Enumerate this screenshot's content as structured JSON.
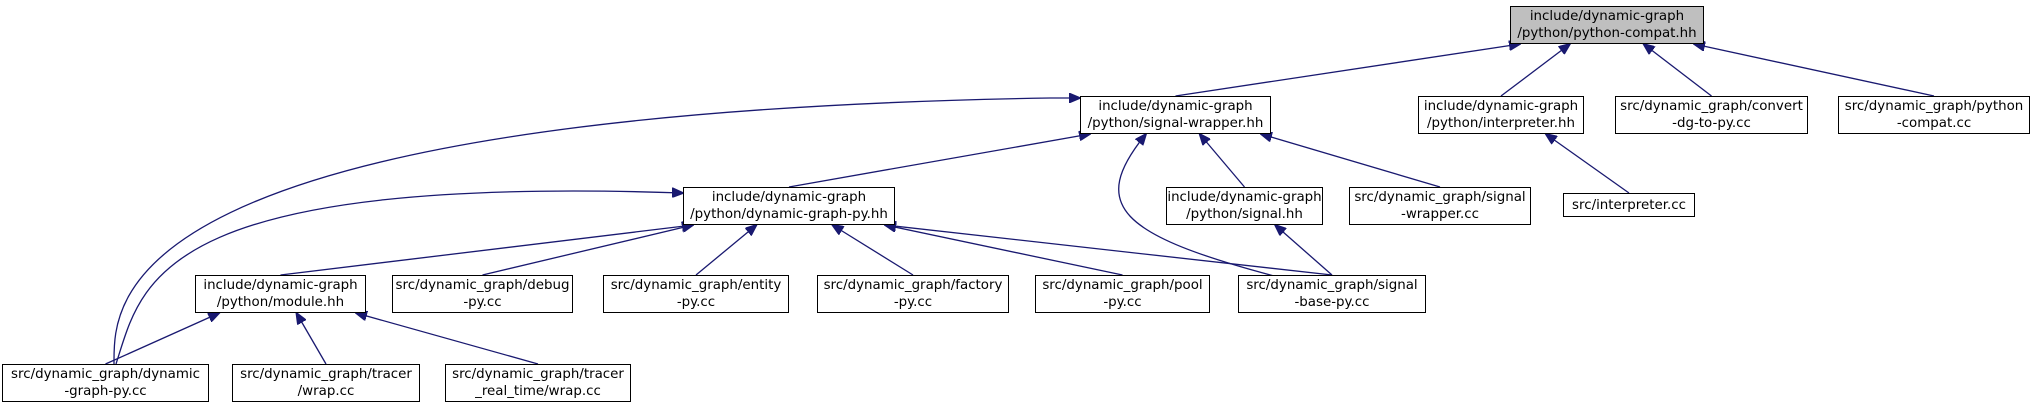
{
  "colors": {
    "edge": "#191970",
    "node_border": "#000000",
    "root_fill": "#bfbfbf",
    "node_fill": "#ffffff"
  },
  "nodes": {
    "python_compat_hh": {
      "l1": "include/dynamic-graph",
      "l2": "/python/python-compat.hh"
    },
    "signal_wrapper_hh": {
      "l1": "include/dynamic-graph",
      "l2": "/python/signal-wrapper.hh"
    },
    "interpreter_hh": {
      "l1": "include/dynamic-graph",
      "l2": "/python/interpreter.hh"
    },
    "convert_dg_to_py_cc": {
      "l1": "src/dynamic_graph/convert",
      "l2": "-dg-to-py.cc"
    },
    "python_compat_cc": {
      "l1": "src/dynamic_graph/python",
      "l2": "-compat.cc"
    },
    "dynamic_graph_py_hh": {
      "l1": "include/dynamic-graph",
      "l2": "/python/dynamic-graph-py.hh"
    },
    "signal_hh": {
      "l1": "include/dynamic-graph",
      "l2": "/python/signal.hh"
    },
    "signal_wrapper_cc": {
      "l1": "src/dynamic_graph/signal",
      "l2": "-wrapper.cc"
    },
    "interpreter_cc": {
      "l1": "src/interpreter.cc",
      "l2": ""
    },
    "module_hh": {
      "l1": "include/dynamic-graph",
      "l2": "/python/module.hh"
    },
    "debug_py_cc": {
      "l1": "src/dynamic_graph/debug",
      "l2": "-py.cc"
    },
    "entity_py_cc": {
      "l1": "src/dynamic_graph/entity",
      "l2": "-py.cc"
    },
    "factory_py_cc": {
      "l1": "src/dynamic_graph/factory",
      "l2": "-py.cc"
    },
    "pool_py_cc": {
      "l1": "src/dynamic_graph/pool",
      "l2": "-py.cc"
    },
    "signal_base_py_cc": {
      "l1": "src/dynamic_graph/signal",
      "l2": "-base-py.cc"
    },
    "dynamic_graph_py_cc": {
      "l1": "src/dynamic_graph/dynamic",
      "l2": "-graph-py.cc"
    },
    "tracer_wrap_cc": {
      "l1": "src/dynamic_graph/tracer",
      "l2": "/wrap.cc"
    },
    "tracer_rt_wrap_cc": {
      "l1": "src/dynamic_graph/tracer",
      "l2": "_real_time/wrap.cc"
    }
  },
  "edges": [
    {
      "from": "signal_wrapper_hh",
      "to": "python_compat_hh"
    },
    {
      "from": "interpreter_hh",
      "to": "python_compat_hh"
    },
    {
      "from": "convert_dg_to_py_cc",
      "to": "python_compat_hh"
    },
    {
      "from": "python_compat_cc",
      "to": "python_compat_hh"
    },
    {
      "from": "dynamic_graph_py_hh",
      "to": "signal_wrapper_hh"
    },
    {
      "from": "signal_hh",
      "to": "signal_wrapper_hh"
    },
    {
      "from": "signal_wrapper_cc",
      "to": "signal_wrapper_hh"
    },
    {
      "from": "signal_base_py_cc",
      "to": "signal_wrapper_hh"
    },
    {
      "from": "dynamic_graph_py_cc",
      "to": "signal_wrapper_hh"
    },
    {
      "from": "interpreter_cc",
      "to": "interpreter_hh"
    },
    {
      "from": "module_hh",
      "to": "dynamic_graph_py_hh"
    },
    {
      "from": "debug_py_cc",
      "to": "dynamic_graph_py_hh"
    },
    {
      "from": "entity_py_cc",
      "to": "dynamic_graph_py_hh"
    },
    {
      "from": "factory_py_cc",
      "to": "dynamic_graph_py_hh"
    },
    {
      "from": "pool_py_cc",
      "to": "dynamic_graph_py_hh"
    },
    {
      "from": "signal_base_py_cc",
      "to": "dynamic_graph_py_hh"
    },
    {
      "from": "dynamic_graph_py_cc",
      "to": "dynamic_graph_py_hh"
    },
    {
      "from": "signal_base_py_cc",
      "to": "signal_hh"
    },
    {
      "from": "dynamic_graph_py_cc",
      "to": "module_hh"
    },
    {
      "from": "tracer_wrap_cc",
      "to": "module_hh"
    },
    {
      "from": "tracer_rt_wrap_cc",
      "to": "module_hh"
    }
  ]
}
